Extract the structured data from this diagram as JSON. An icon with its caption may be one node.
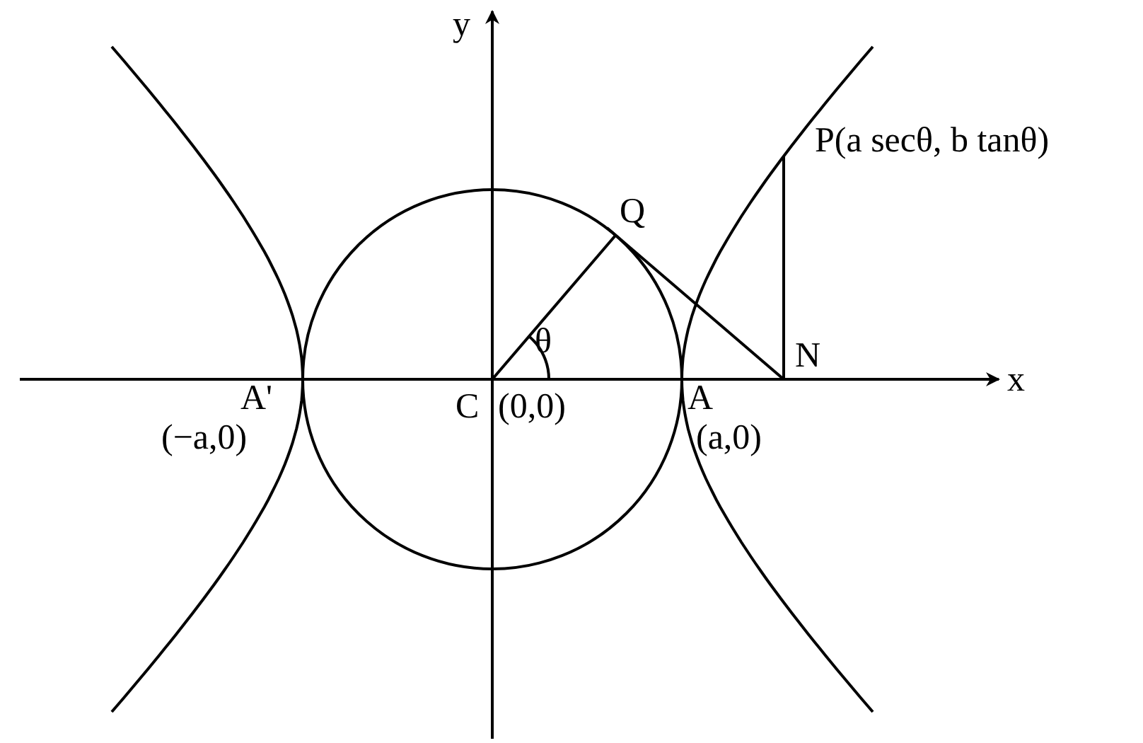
{
  "diagram": {
    "labels": [
      "y",
      "Q",
      "P(a secθ, b tanθ)",
      "θ",
      "N",
      "x",
      "A'",
      "C",
      "(0,0)",
      "A",
      "(−a,0)",
      "(a,0)"
    ]
  }
}
